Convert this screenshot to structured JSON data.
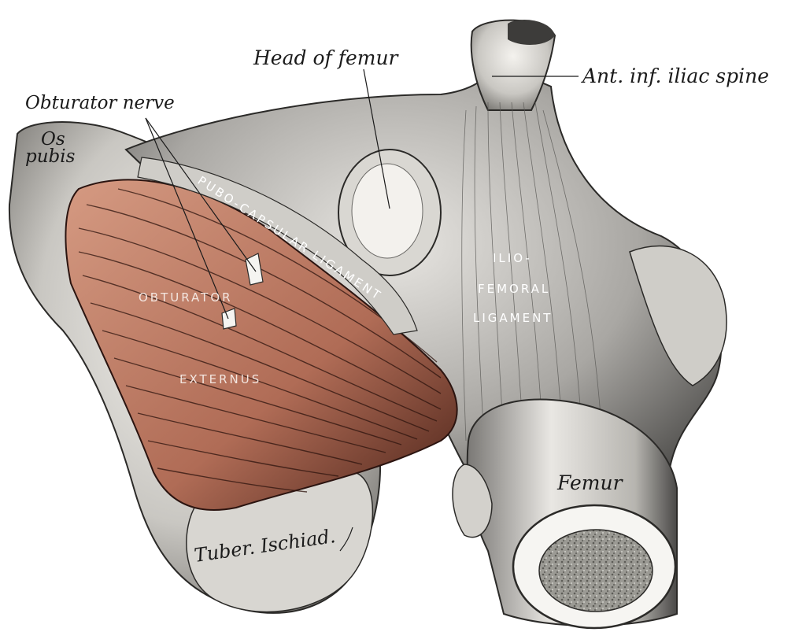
{
  "labels": {
    "head_of_femur": "Head of femur",
    "ant_inf_iliac_spine": "Ant. inf. iliac spine",
    "obturator_nerve": "Obturator nerve",
    "os": "Os",
    "pubis": "pubis",
    "pubo_capsular_ligament": "PUBO-CAPSULAR LIGAMENT",
    "ilio": "ILIO-",
    "femoral": "FEMORAL",
    "ligament": "LIGAMENT",
    "obturator": "OBTURATOR",
    "externus": "EXTERNUS",
    "femur": "Femur",
    "tuber_ischiad": "Tuber. Ischiad."
  },
  "colors": {
    "muscle": "#c98a72",
    "muscle_dark": "#3a1a14",
    "bone_light": "#f2f0ec",
    "bone_shade": "#9a9a9a",
    "ink": "#1a1a1a",
    "marrow": "#8a8a84"
  }
}
